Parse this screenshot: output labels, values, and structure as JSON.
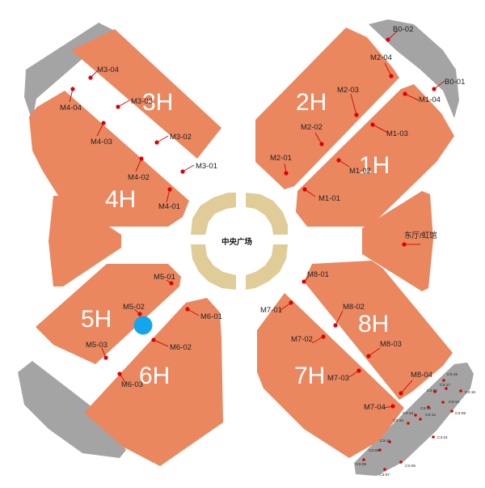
{
  "halls": {
    "h1": "1H",
    "h2": "2H",
    "h3": "3H",
    "h4": "4H",
    "h5": "5H",
    "h6": "6H",
    "h7": "7H",
    "h8": "8H"
  },
  "plaza_label": "中央广场",
  "east_hall_label": "东厅/虹馆",
  "entrances": {
    "b0_01": "B0-01",
    "b0_02": "B0-02",
    "m1_01": "M1-01",
    "m1_02": "M1-02",
    "m1_03": "M1-03",
    "m1_04": "M1-04",
    "m2_01": "M2-01",
    "m2_02": "M2-02",
    "m2_03": "M2-03",
    "m2_04": "M2-04",
    "m3_01": "M3-01",
    "m3_02": "M3-02",
    "m3_03": "M3-03",
    "m3_04": "M3-04",
    "m4_01": "M4-01",
    "m4_02": "M4-02",
    "m4_03": "M4-03",
    "m4_04": "M4-04",
    "m5_01": "M5-01",
    "m5_02": "M5-02",
    "m5_03": "M5-03",
    "m6_01": "M6-01",
    "m6_02": "M6-02",
    "m6_03": "M6-03",
    "m7_01": "M7-01",
    "m7_02": "M7-02",
    "m7_03": "M7-03",
    "m7_04": "M7-04",
    "m8_01": "M8-01",
    "m8_02": "M8-02",
    "m8_03": "M8-03",
    "m8_04": "M8-04"
  },
  "small_points": [
    "C3-19",
    "C3-02",
    "C3-17",
    "C3-16",
    "C3-14",
    "C3-15",
    "C3-13",
    "C3-12",
    "C3-09",
    "C3-10",
    "C3-11",
    "C3-01",
    "C3-08",
    "C3-06",
    "C3-07",
    "C3-05"
  ],
  "colors": {
    "hall": "#ea875f",
    "grey_area": "#a4a4a4",
    "plaza": "#e0cc96",
    "marker": "#14a6ec",
    "entrance_dot": "#e00000"
  }
}
